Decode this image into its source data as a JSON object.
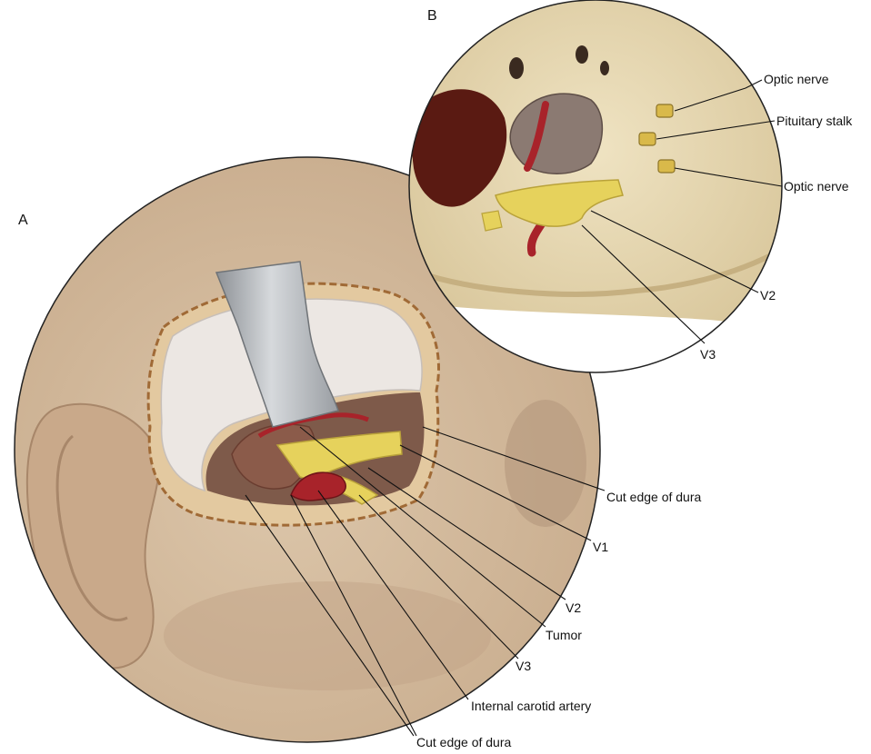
{
  "panels": {
    "a": "A",
    "b": "B"
  },
  "labels_a": {
    "cut_edge_dura_right": "Cut edge of dura",
    "v1": "V1",
    "v2": "V2",
    "tumor": "Tumor",
    "v3": "V3",
    "internal_carotid_artery": "Internal carotid artery",
    "cut_edge_dura_bottom": "Cut edge of dura"
  },
  "labels_b": {
    "optic_nerve_top": "Optic nerve",
    "pituitary_stalk": "Pituitary stalk",
    "optic_nerve_bottom": "Optic nerve",
    "v2": "V2",
    "v3": "V3"
  },
  "colors": {
    "skin": "#d9c3a6",
    "bone": "#eadbb4",
    "dura": "#e6e0dc",
    "retractor": "#b9bcbf",
    "nerve": "#e8d65a",
    "artery": "#a8232a",
    "tumor": "#8b6b5c",
    "cavity": "#5a1a12"
  }
}
